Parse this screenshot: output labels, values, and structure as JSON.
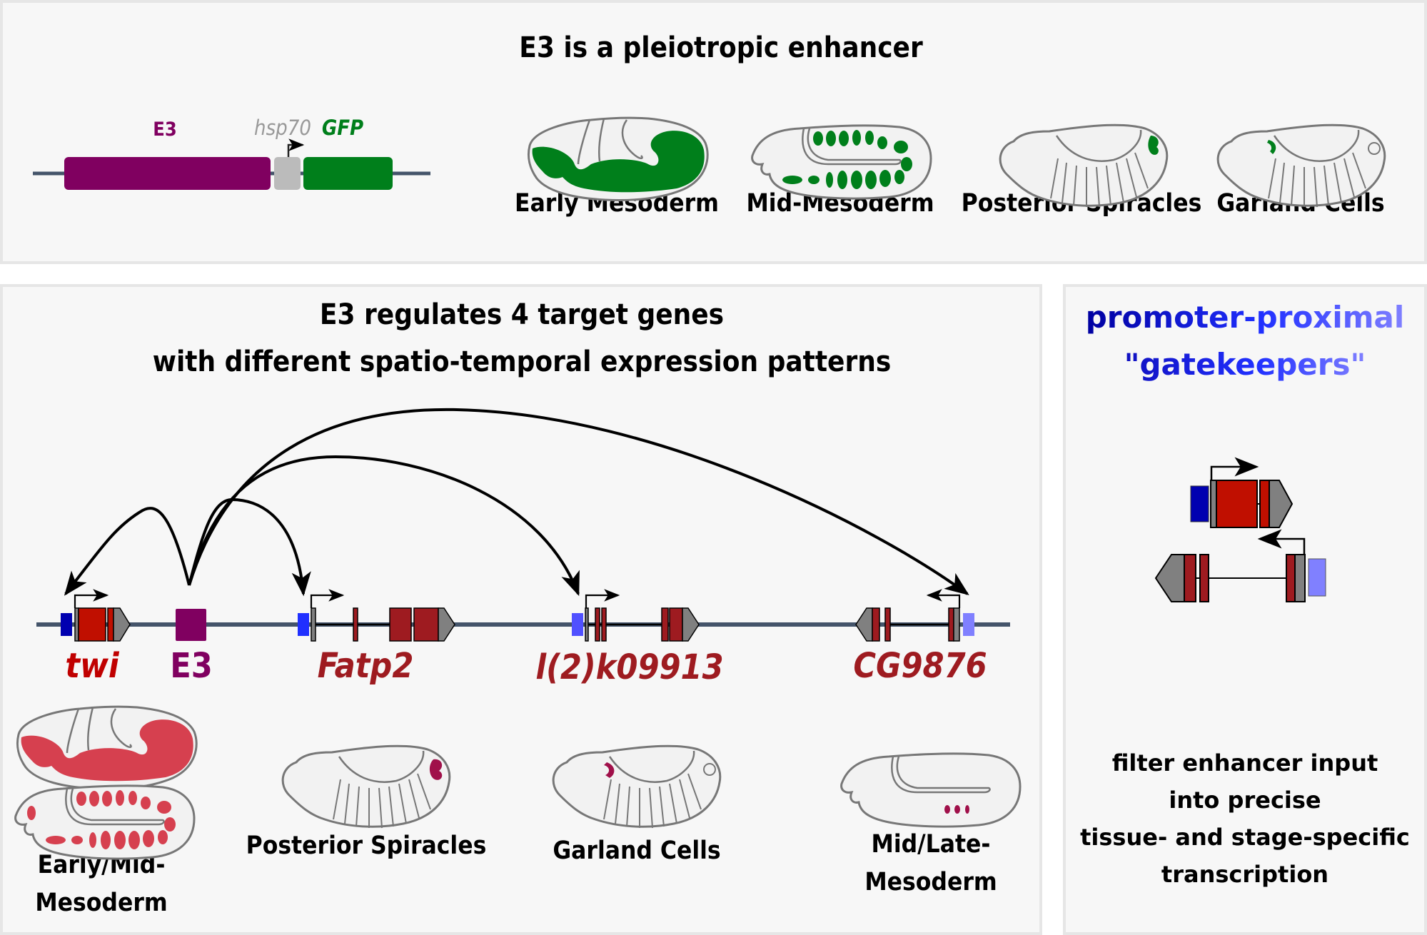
{
  "top_panel": {
    "title": "E3 is a pleiotropic enhancer",
    "construct": {
      "enhancer_label": "E3",
      "promoter_label": "hsp70",
      "reporter_label": "GFP",
      "colors": {
        "enhancer": "#800060",
        "promoter": "#bbbbbb",
        "reporter": "#007f1b",
        "backbone": "#44546a"
      }
    },
    "embryos": [
      {
        "label": "Early Mesoderm",
        "stain": "green",
        "shape": "germband-extended"
      },
      {
        "label": "Mid-Mesoderm",
        "stain": "green",
        "shape": "germband-retracted"
      },
      {
        "label": "Posterior Spiracles",
        "stain": "green",
        "shape": "late-segmented"
      },
      {
        "label": "Garland Cells",
        "stain": "green",
        "shape": "late-segmented"
      }
    ]
  },
  "left_panel": {
    "title_line1": "E3 regulates 4 target genes",
    "title_line2": "with different spatio-temporal expression patterns",
    "genes": [
      {
        "name": "twi",
        "color": "#c00000",
        "target_pattern": "Early/Mid-\nMesoderm",
        "pattern_line1": "Early/Mid-",
        "pattern_line2": "Mesoderm"
      },
      {
        "name": "E3",
        "color": "#800060"
      },
      {
        "name": "Fatp2",
        "color": "#9e1b20",
        "pattern_line1": "Posterior Spiracles"
      },
      {
        "name": "l(2)k09913",
        "color": "#9e1b20",
        "pattern_line1": "Garland Cells"
      },
      {
        "name": "CG9876",
        "color": "#9e1b20",
        "pattern_line1": "Mid/Late-",
        "pattern_line2": "Mesoderm"
      }
    ],
    "colors": {
      "exon_bright": "#c00f00",
      "exon_dark": "#9e1b20",
      "utr": "#808080",
      "gatekeeper_dark": "#0000b0",
      "gatekeeper_mid": "#2030ff",
      "gatekeeper_light": "#8080ff",
      "stain": "#d6404f",
      "stain_dark": "#a0104a"
    }
  },
  "right_panel": {
    "title_line1": "promoter-proximal",
    "title_line2": "\"gatekeepers\"",
    "desc_lines": [
      "filter enhancer input",
      "into precise",
      "tissue- and stage-specific",
      "transcription"
    ],
    "colors": {
      "title_dark": "#0000a0",
      "title_light": "#8080ff"
    }
  }
}
